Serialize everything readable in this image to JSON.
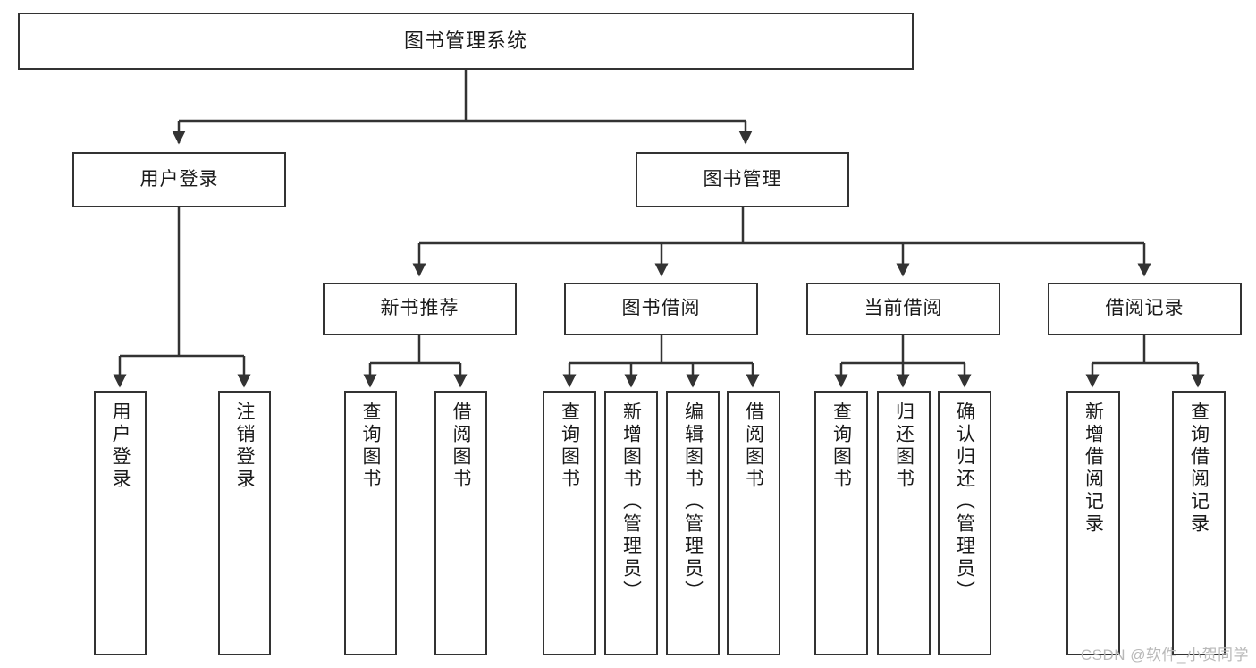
{
  "diagram": {
    "title": "图书管理系统",
    "type": "functional-structure-tree",
    "watermark": "CSDN @软件_小贺同学",
    "colors": {
      "border": "#333333",
      "background": "#ffffff",
      "text": "#1a1a1a",
      "watermark": "#b9b9b9"
    },
    "root": {
      "label": "图书管理系统"
    },
    "level2": [
      {
        "label": "用户登录"
      },
      {
        "label": "图书管理"
      }
    ],
    "level3": [
      {
        "label": "新书推荐"
      },
      {
        "label": "图书借阅"
      },
      {
        "label": "当前借阅"
      },
      {
        "label": "借阅记录"
      }
    ],
    "leaves": {
      "user_login": [
        {
          "label": "用户登录"
        },
        {
          "label": "注销登录"
        }
      ],
      "new_book": [
        {
          "label": "查询图书"
        },
        {
          "label": "借阅图书"
        }
      ],
      "book_borrow": [
        {
          "label": "查询图书"
        },
        {
          "label": "新增图书（管理员）"
        },
        {
          "label": "编辑图书（管理员）"
        },
        {
          "label": "借阅图书"
        }
      ],
      "current_borrow": [
        {
          "label": "查询图书"
        },
        {
          "label": "归还图书"
        },
        {
          "label": "确认归还（管理员）"
        }
      ],
      "borrow_record": [
        {
          "label": "新增借阅记录"
        },
        {
          "label": "查询借阅记录"
        }
      ]
    }
  }
}
